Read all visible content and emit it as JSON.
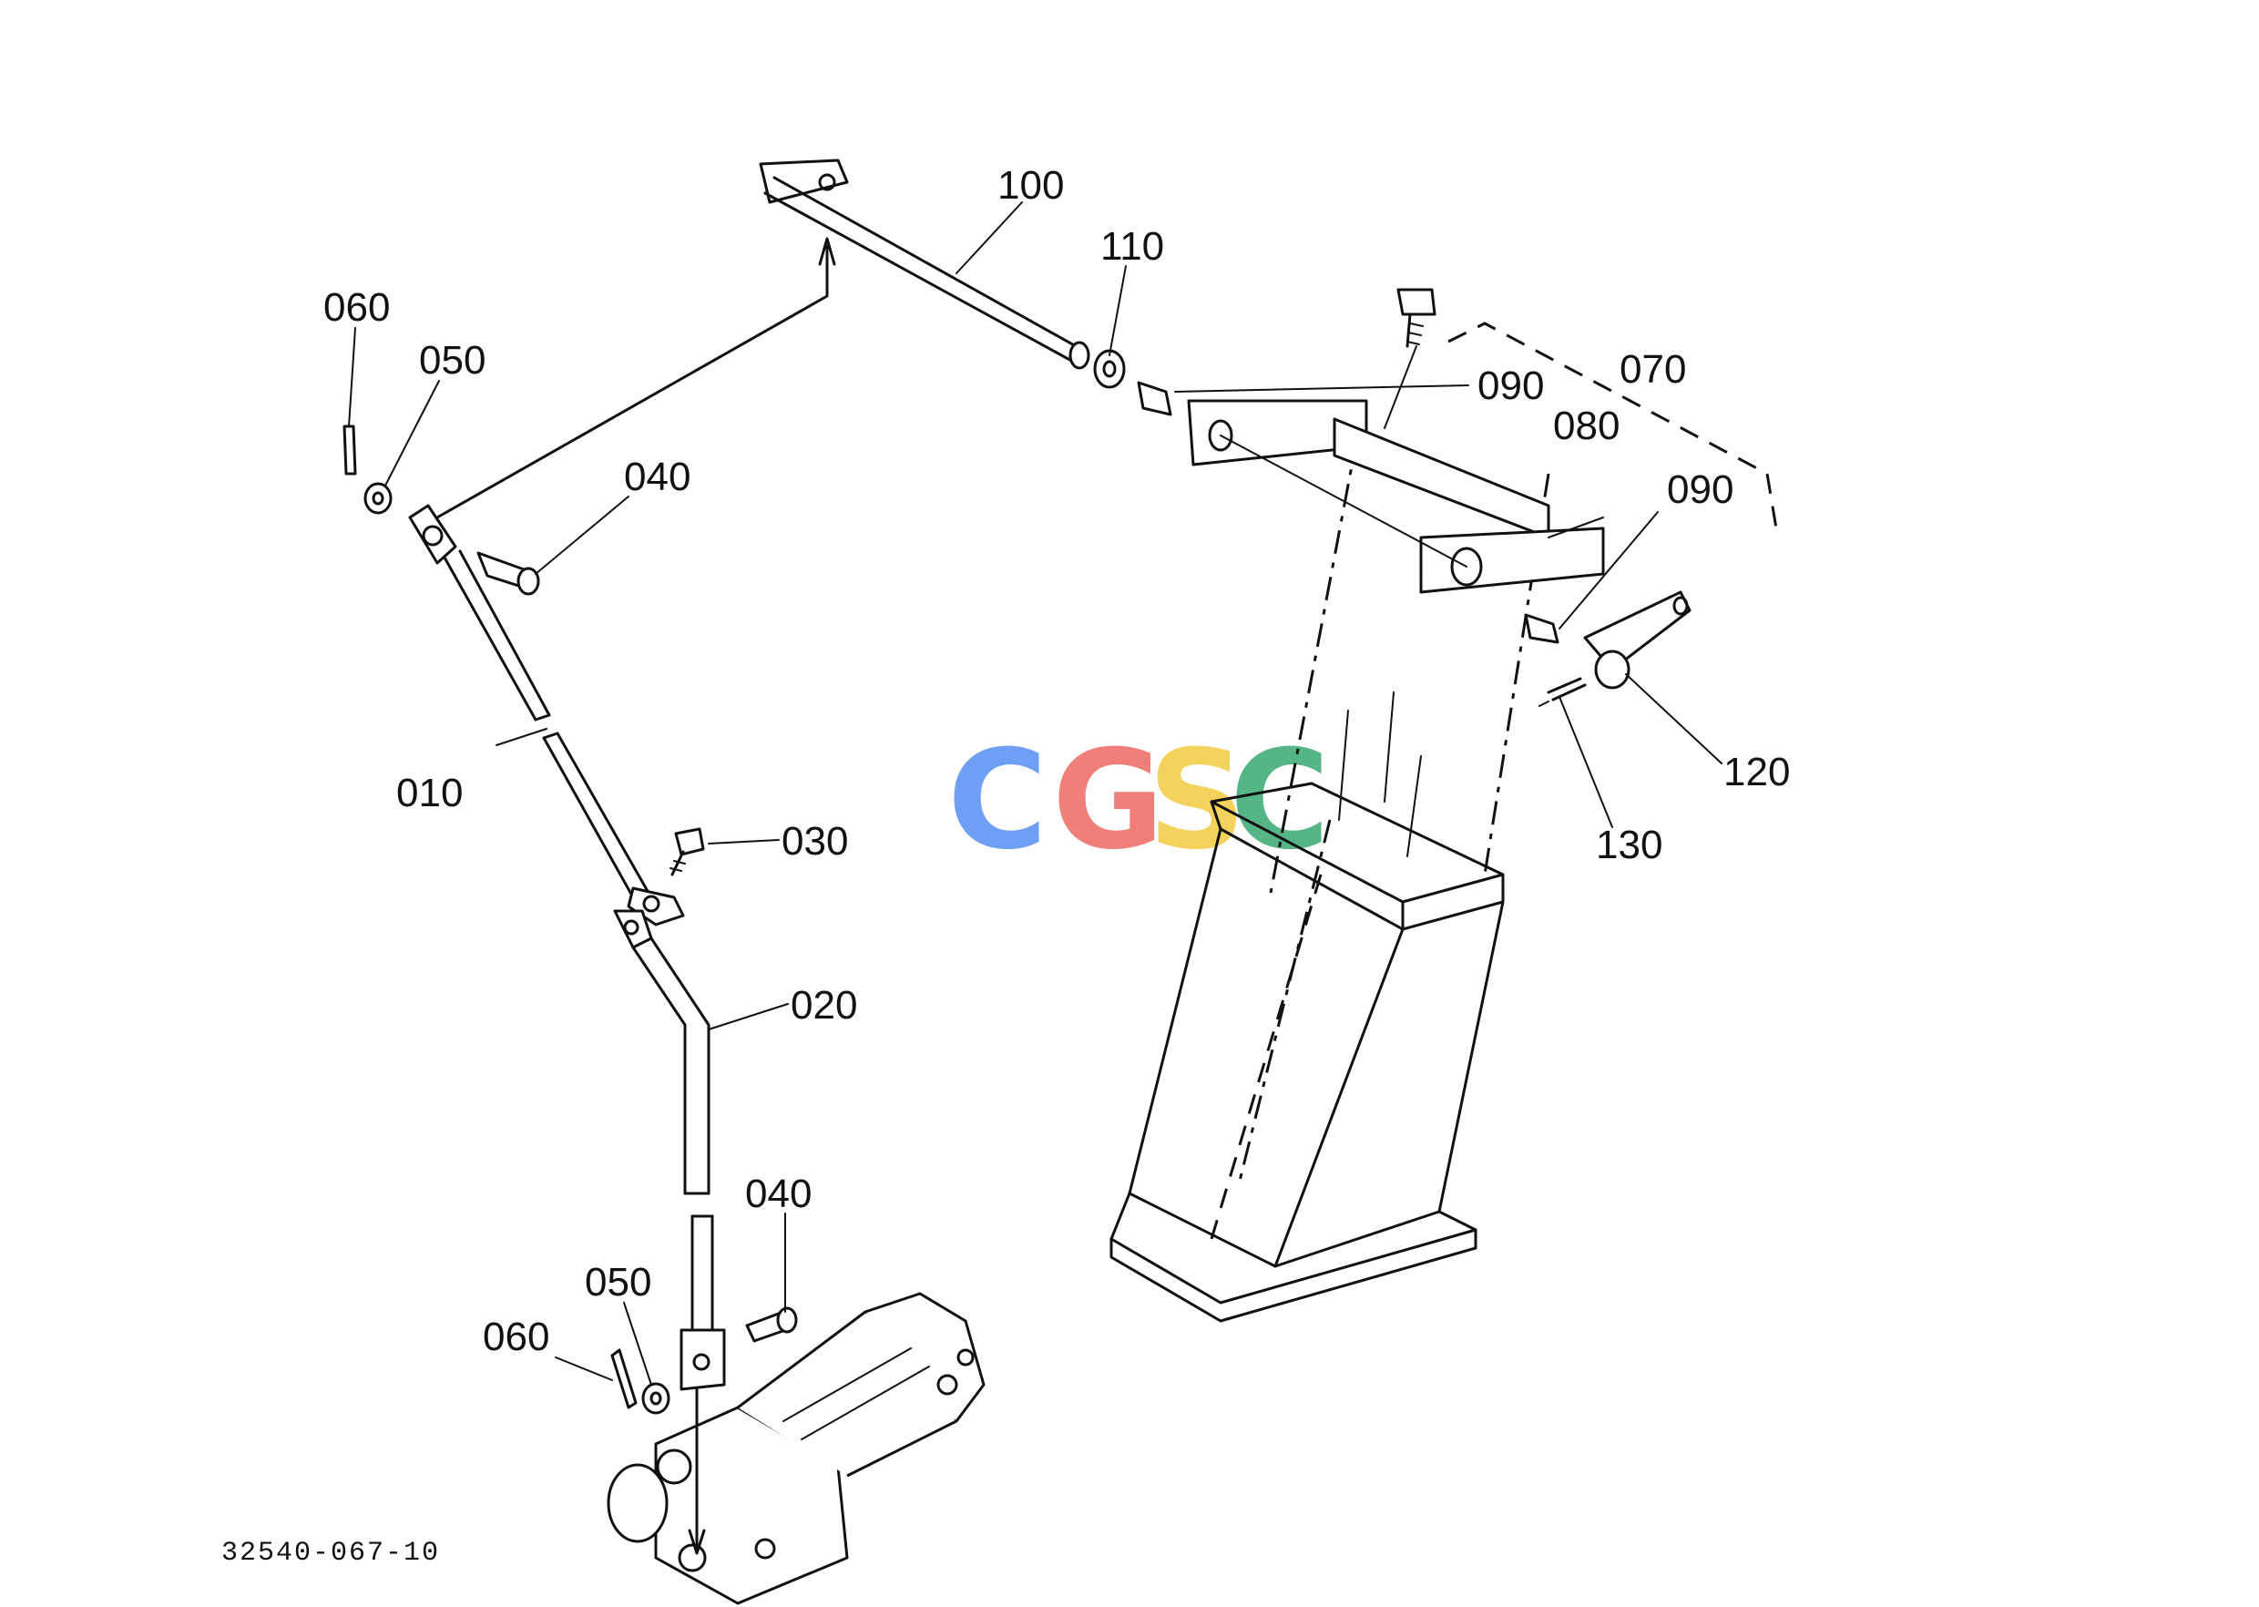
{
  "drawing_number": "32540-067-10",
  "watermark": {
    "letters": [
      "C",
      "G",
      "S",
      "C"
    ],
    "colors": [
      "#6f9ff5",
      "#f07f7a",
      "#f5d25c",
      "#56b585"
    ]
  },
  "callouts": [
    {
      "id": "c100",
      "text": "100"
    },
    {
      "id": "c110",
      "text": "110"
    },
    {
      "id": "c060a",
      "text": "060"
    },
    {
      "id": "c050a",
      "text": "050"
    },
    {
      "id": "c040a",
      "text": "040"
    },
    {
      "id": "c090a",
      "text": "090"
    },
    {
      "id": "c070",
      "text": "070"
    },
    {
      "id": "c080",
      "text": "080"
    },
    {
      "id": "c090b",
      "text": "090"
    },
    {
      "id": "c010",
      "text": "010"
    },
    {
      "id": "c030",
      "text": "030"
    },
    {
      "id": "c120",
      "text": "120"
    },
    {
      "id": "c130",
      "text": "130"
    },
    {
      "id": "c020",
      "text": "020"
    },
    {
      "id": "c040b",
      "text": "040"
    },
    {
      "id": "c050b",
      "text": "050"
    },
    {
      "id": "c060b",
      "text": "060"
    }
  ]
}
